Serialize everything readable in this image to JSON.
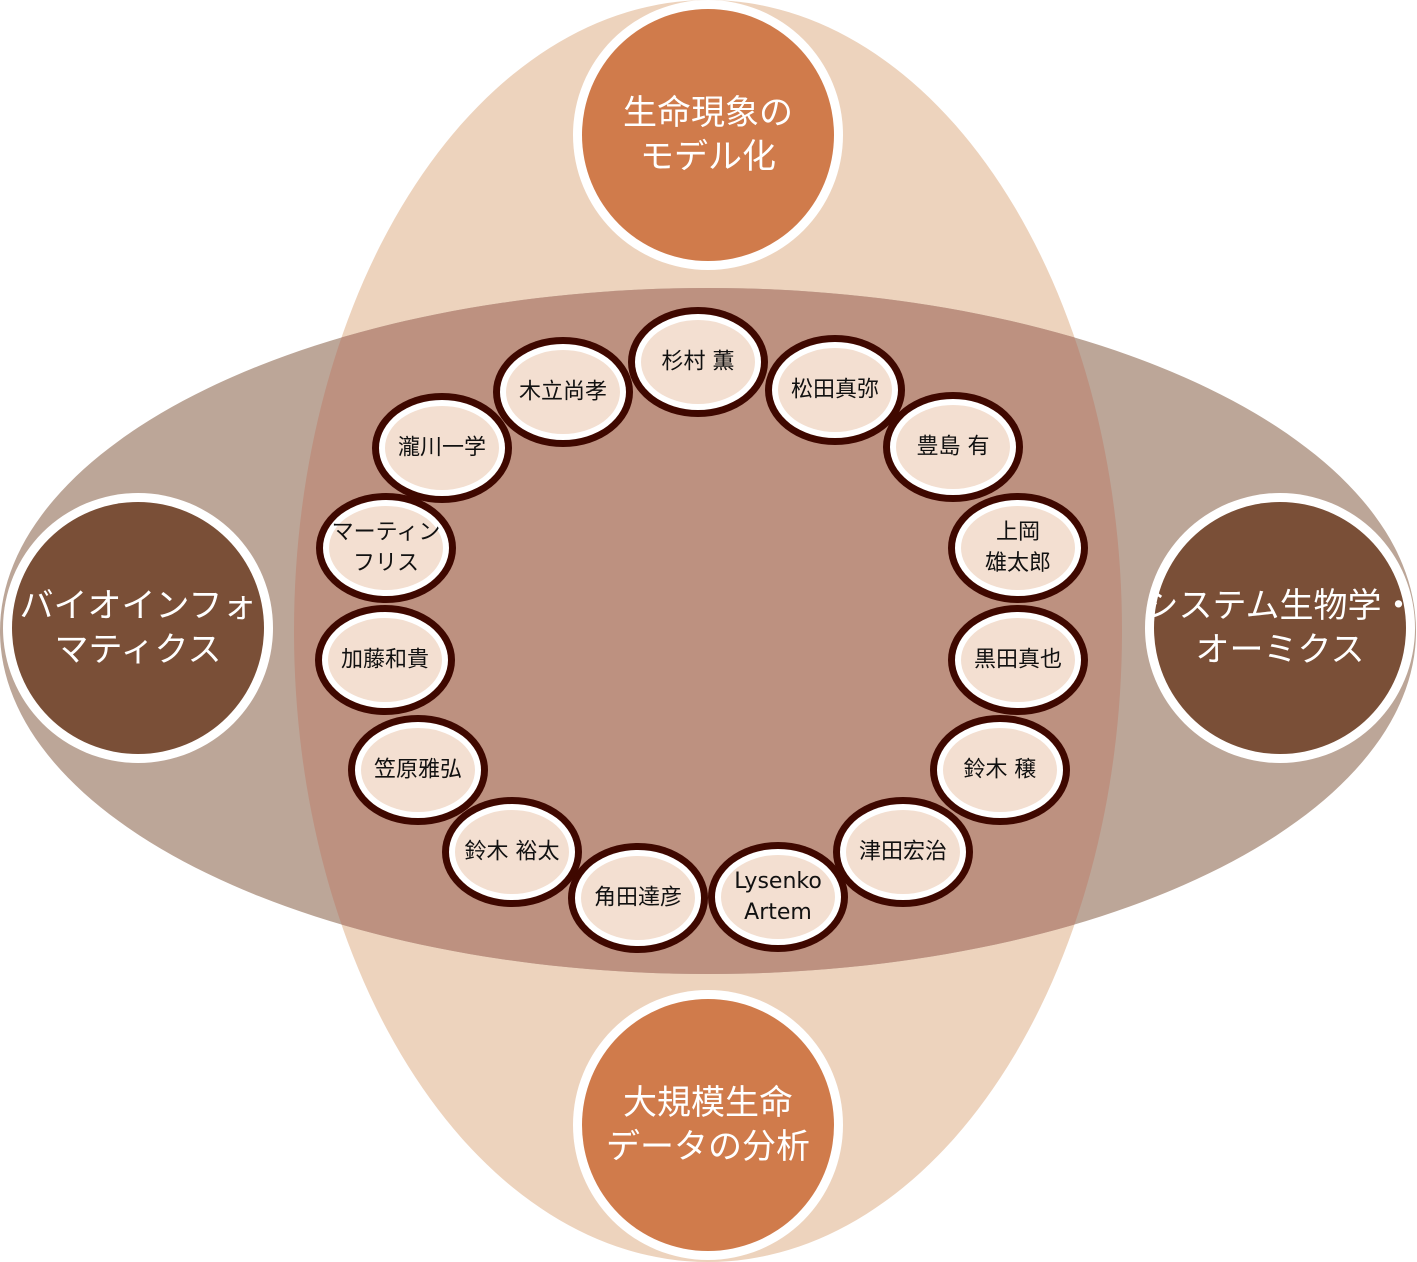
{
  "colors": {
    "vertical_ellipse": "#edd3bd",
    "horizontal_ellipse": "#bca698",
    "overlap": "#bd9180",
    "orange_circle": "#d07b4b",
    "brown_circle": "#7a4f37",
    "node_stroke": "#3f0800",
    "node_fill": "#f3dfd1"
  },
  "fields": {
    "top": [
      "生命現象の",
      "モデル化"
    ],
    "bottom": [
      "大規模生命",
      "データの分析"
    ],
    "left": [
      "バイオインフォ",
      "マティクス"
    ],
    "right": [
      "システム生物学・",
      "オーミクス"
    ]
  },
  "members": [
    [
      "杉村 薫"
    ],
    [
      "松田真弥"
    ],
    [
      "豊島 有"
    ],
    [
      "上岡",
      "雄太郎"
    ],
    [
      "黒田真也"
    ],
    [
      "鈴木 穣"
    ],
    [
      "津田宏治"
    ],
    [
      "Lysenko",
      "Artem"
    ],
    [
      "角田達彦"
    ],
    [
      "鈴木 裕太"
    ],
    [
      "笠原雅弘"
    ],
    [
      "加藤和貴"
    ],
    [
      "マーティン",
      "フリス"
    ],
    [
      "瀧川一学"
    ],
    [
      "木立尚孝"
    ]
  ]
}
